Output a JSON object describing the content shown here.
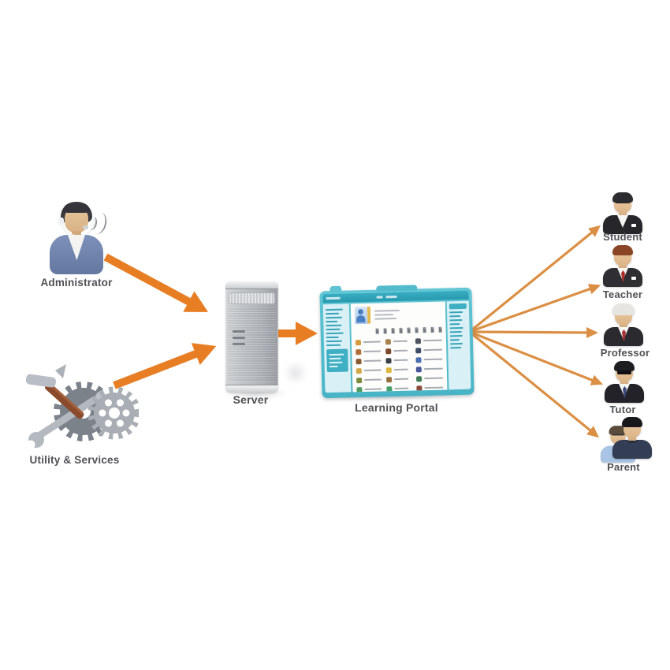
{
  "diagram": {
    "nodes": {
      "administrator": {
        "label": "Administrator",
        "icon": "support-agent-icon"
      },
      "utility": {
        "label": "Utility & Services",
        "icon": "tools-gears-icon"
      },
      "server": {
        "label": "Server",
        "icon": "server-tower-icon"
      },
      "portal": {
        "label": "Learning Portal",
        "icon": "portal-screenshot"
      }
    },
    "users": [
      {
        "id": "student",
        "label": "Student"
      },
      {
        "id": "teacher",
        "label": "Teacher"
      },
      {
        "id": "professor",
        "label": "Professor"
      },
      {
        "id": "tutor",
        "label": "Tutor"
      },
      {
        "id": "parent",
        "label": "Parent"
      }
    ],
    "edges": [
      {
        "from": "administrator",
        "to": "server"
      },
      {
        "from": "utility",
        "to": "server"
      },
      {
        "from": "server",
        "to": "portal"
      },
      {
        "from": "portal",
        "to": "student"
      },
      {
        "from": "portal",
        "to": "teacher"
      },
      {
        "from": "portal",
        "to": "professor"
      },
      {
        "from": "portal",
        "to": "tutor"
      },
      {
        "from": "portal",
        "to": "parent"
      }
    ],
    "colors": {
      "arrow_thick": "#E87E24",
      "arrow_thin": "#DB8F44",
      "label_text": "#4E5054",
      "portal_frame": "#54BECE",
      "portal_header": "#2FA9BF",
      "portal_sidebar": "#D8F0F6",
      "portal_sidebar_block": "#3FB0C4",
      "server_body": "#B6BABF",
      "background": "#FFFFFF"
    }
  },
  "portal_mock": {
    "toolbar_icon_count": 9,
    "grid_icon_colors": [
      "#d59a3f",
      "#a9824f",
      "#4e555e",
      "#b06f38",
      "#7c4a2a",
      "#3e4d63",
      "#8a5a30",
      "#3c4046",
      "#4a6fb0",
      "#d2a845",
      "#ddb83e",
      "#49579c",
      "#7b8b3e",
      "#96703c",
      "#3f7a52",
      "#4e9a5f",
      "#44a06b",
      "#8a4a3c"
    ]
  }
}
